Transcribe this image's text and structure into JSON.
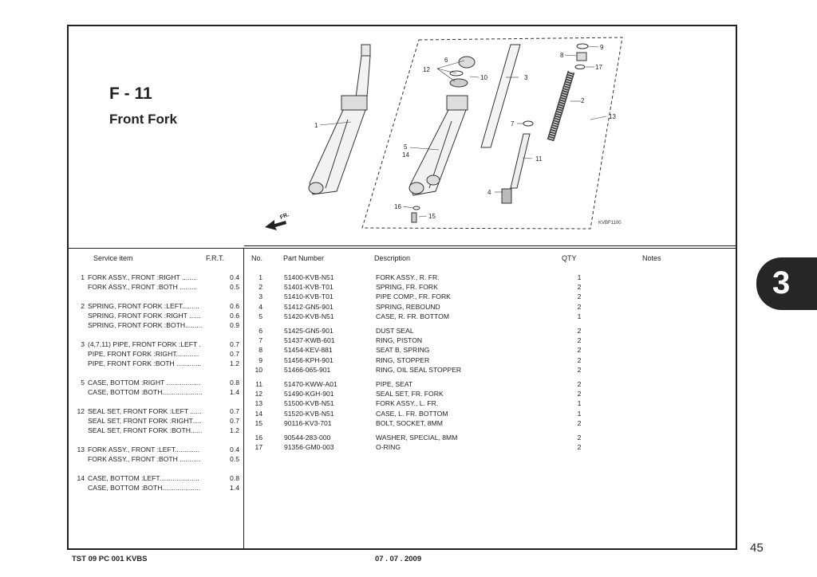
{
  "title": {
    "code": "F - 11",
    "name": "Front Fork"
  },
  "diagram": {
    "code": "KVBF1100",
    "direction_label": "FR.",
    "callouts": [
      "1",
      "2",
      "3",
      "4",
      "5",
      "6",
      "7",
      "8",
      "9",
      "10",
      "11",
      "12",
      "13",
      "14",
      "15",
      "16",
      "17"
    ]
  },
  "service_header": {
    "item": "Service item",
    "frt": "F.R.T."
  },
  "service_items": [
    {
      "num": "1",
      "lines": [
        {
          "label": "FORK ASSY., FRONT :RIGHT ........",
          "value": "0.4"
        },
        {
          "label": "FORK ASSY., FRONT :BOTH .........",
          "value": "0.5"
        }
      ]
    },
    {
      "num": "2",
      "lines": [
        {
          "label": "SPRING, FRONT FORK :LEFT.........",
          "value": "0.6"
        },
        {
          "label": "SPRING, FRONT FORK :RIGHT ......",
          "value": "0.6"
        },
        {
          "label": "SPRING, FRONT FORK :BOTH.........",
          "value": "0.9"
        }
      ]
    },
    {
      "num": "3",
      "lines": [
        {
          "label": "(4,7,11) PIPE, FRONT FORK :LEFT .",
          "value": "0.7"
        },
        {
          "label": "PIPE, FRONT FORK :RIGHT............",
          "value": "0.7"
        },
        {
          "label": "PIPE, FRONT FORK :BOTH .............",
          "value": "1.2"
        }
      ]
    },
    {
      "num": "5",
      "lines": [
        {
          "label": "CASE, BOTTOM :RIGHT ..................",
          "value": "0.8"
        },
        {
          "label": "CASE, BOTTOM :BOTH.....................",
          "value": "1.4"
        }
      ]
    },
    {
      "num": "12",
      "lines": [
        {
          "label": "SEAL SET, FRONT FORK :LEFT ......",
          "value": "0.7"
        },
        {
          "label": "SEAL SET, FRONT FORK :RIGHT.....",
          "value": "0.7"
        },
        {
          "label": "SEAL SET, FRONT FORK :BOTH......",
          "value": "1.2"
        }
      ]
    },
    {
      "num": "13",
      "lines": [
        {
          "label": "FORK ASSY., FRONT :LEFT.............",
          "value": "0.4"
        },
        {
          "label": "FORK ASSY., FRONT :BOTH ...........",
          "value": "0.5"
        }
      ]
    },
    {
      "num": "14",
      "lines": [
        {
          "label": "CASE, BOTTOM :LEFT.....................",
          "value": "0.8"
        },
        {
          "label": "CASE, BOTTOM :BOTH....................",
          "value": "1.4"
        }
      ]
    }
  ],
  "parts_header": {
    "no": "No.",
    "part_number": "Part Number",
    "description": "Description",
    "qty": "QTY",
    "notes": "Notes"
  },
  "parts_groups": [
    [
      {
        "no": "1",
        "pn": "51400-KVB-N51",
        "desc": "FORK ASSY., R. FR.",
        "qty": "1"
      },
      {
        "no": "2",
        "pn": "51401-KVB-T01",
        "desc": "SPRING, FR. FORK",
        "qty": "2"
      },
      {
        "no": "3",
        "pn": "51410-KVB-T01",
        "desc": "PIPE COMP., FR. FORK",
        "qty": "2"
      },
      {
        "no": "4",
        "pn": "51412-GN5-901",
        "desc": "SPRING, REBOUND",
        "qty": "2"
      },
      {
        "no": "5",
        "pn": "51420-KVB-N51",
        "desc": "CASE, R. FR. BOTTOM",
        "qty": "1"
      }
    ],
    [
      {
        "no": "6",
        "pn": "51425-GN5-901",
        "desc": "DUST SEAL",
        "qty": "2"
      },
      {
        "no": "7",
        "pn": "51437-KWB-601",
        "desc": "RING, PISTON",
        "qty": "2"
      },
      {
        "no": "8",
        "pn": "51454-KEV-881",
        "desc": "SEAT B, SPRING",
        "qty": "2"
      },
      {
        "no": "9",
        "pn": "51456-KPH-901",
        "desc": "RING, STOPPER",
        "qty": "2"
      },
      {
        "no": "10",
        "pn": "51466-065-901",
        "desc": "RING, OIL SEAL STOPPER",
        "qty": "2"
      }
    ],
    [
      {
        "no": "11",
        "pn": "51470-KWW-A01",
        "desc": "PIPE, SEAT",
        "qty": "2"
      },
      {
        "no": "12",
        "pn": "51490-KGH-901",
        "desc": "SEAL SET, FR. FORK",
        "qty": "2"
      },
      {
        "no": "13",
        "pn": "51500-KVB-N51",
        "desc": "FORK ASSY., L. FR.",
        "qty": "1"
      },
      {
        "no": "14",
        "pn": "51520-KVB-N51",
        "desc": "CASE, L. FR. BOTTOM",
        "qty": "1"
      },
      {
        "no": "15",
        "pn": "90116-KV3-701",
        "desc": "BOLT, SOCKET, 8MM",
        "qty": "2"
      }
    ],
    [
      {
        "no": "16",
        "pn": "90544-283-000",
        "desc": "WASHER, SPECIAL, 8MM",
        "qty": "2"
      },
      {
        "no": "17",
        "pn": "91356-GM0-003",
        "desc": "O-RING",
        "qty": "2"
      }
    ]
  ],
  "section_tab": "3",
  "page_number": "45",
  "footer": {
    "doc_code": "TST 09 PC 001 KVBS",
    "date": "07 . 07 . 2009"
  }
}
